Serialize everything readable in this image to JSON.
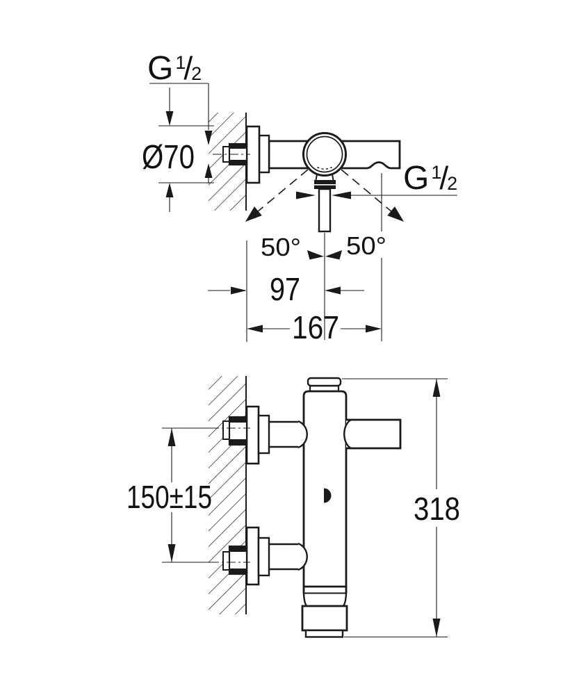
{
  "drawing": {
    "top_view": {
      "thread_inlet": {
        "prefix": "G",
        "numerator": "1",
        "slash": "/",
        "denominator": "2"
      },
      "flange_diameter": "Ø70",
      "swivel_angle_left": "50°",
      "swivel_angle_right": "50°",
      "wall_to_spout_center": "97",
      "wall_to_outlet": "167",
      "thread_outlet": {
        "prefix": "G",
        "numerator": "1",
        "slash": "/",
        "denominator": "2"
      }
    },
    "front_view": {
      "inlet_center_distance": "150±15",
      "overall_height": "318"
    }
  }
}
